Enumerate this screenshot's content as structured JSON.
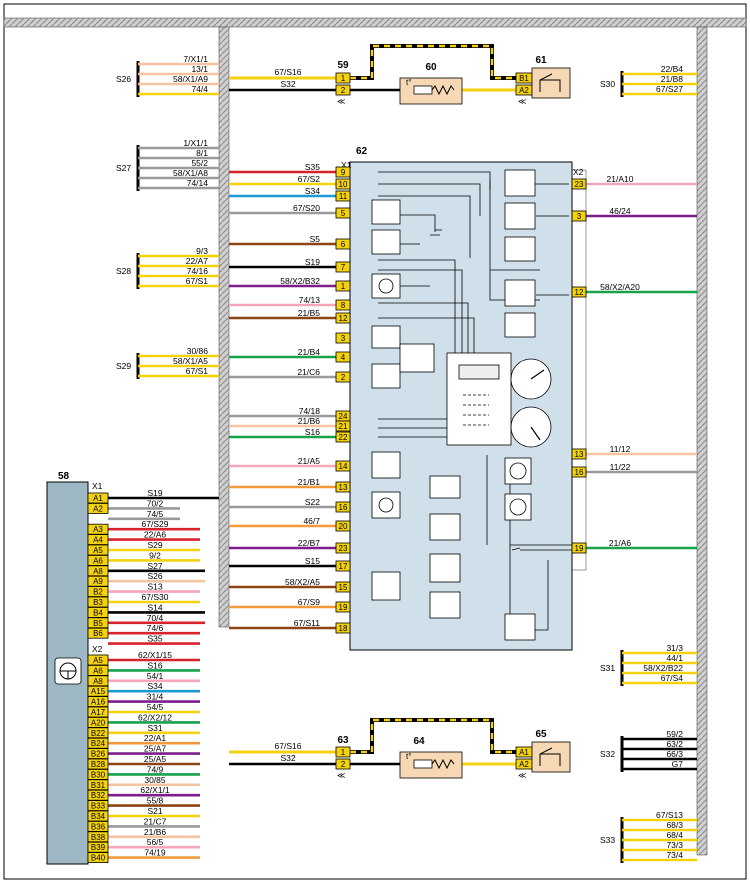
{
  "components": {
    "ecu": "58",
    "conn_top_a": "59",
    "sensor_top": "60",
    "switch_top": "61",
    "panel": "62",
    "conn_bot_a": "63",
    "sensor_bot": "64",
    "switch_bot": "65"
  },
  "connector_labels": {
    "x1": "X1",
    "x2": "X2",
    "ecu_x1": "X1",
    "ecu_x2": "X2"
  },
  "splices": {
    "s26": {
      "name": "S26",
      "wires": [
        "7/X1/1",
        "13/1",
        "58/X1/A9",
        "74/4"
      ]
    },
    "s27": {
      "name": "S27",
      "wires": [
        "1/X1/1",
        "8/1",
        "55/2",
        "58/X1/A8",
        "74/14"
      ]
    },
    "s28": {
      "name": "S28",
      "wires": [
        "9/3",
        "22/A7",
        "74/16",
        "67/S1"
      ]
    },
    "s29": {
      "name": "S29",
      "wires": [
        "30/86",
        "58/X1/A5",
        "67/S1"
      ]
    },
    "s30": {
      "name": "S30",
      "wires": [
        "22/B4",
        "21/B8",
        "67/S27"
      ]
    },
    "s31": {
      "name": "S31",
      "wires": [
        "31/3",
        "44/1",
        "58/X2/B22",
        "67/S4"
      ]
    },
    "s32": {
      "name": "S32",
      "wires": [
        "59/2",
        "63/2",
        "66/3",
        "G7"
      ]
    },
    "s33": {
      "name": "S33",
      "wires": [
        "67/S13",
        "68/3",
        "68/4",
        "73/3",
        "73/4"
      ]
    }
  },
  "top_circuit": {
    "w1": "67/S16",
    "w2": "S32",
    "pins": [
      "1",
      "2"
    ],
    "sw_pins": [
      "B1",
      "A2"
    ]
  },
  "bottom_circuit": {
    "w1": "67/S16",
    "w2": "S32",
    "pins": [
      "1",
      "2"
    ],
    "sw_pins": [
      "A1",
      "A2"
    ]
  },
  "panel_left": [
    {
      "wire": "S35",
      "pin": "9"
    },
    {
      "wire": "67/S2",
      "pin": "10"
    },
    {
      "wire": "S34",
      "pin": "11"
    },
    {
      "wire": "67/S20",
      "pin": "5"
    },
    {
      "wire": "S5",
      "pin": "6"
    },
    {
      "wire": "S19",
      "pin": "7"
    },
    {
      "wire": "58/X2/B32",
      "pin": "1"
    },
    {
      "wire": "74/13",
      "pin": "8"
    },
    {
      "wire": "21/B5",
      "pin": "12"
    },
    {
      "wire": "",
      "pin": "3"
    },
    {
      "wire": "21/B4",
      "pin": "4"
    },
    {
      "wire": "21/C6",
      "pin": "2"
    },
    {
      "wire": "74/18",
      "pin": "24"
    },
    {
      "wire": "21/B6",
      "pin": "21"
    },
    {
      "wire": "S16",
      "pin": "22"
    },
    {
      "wire": "21/A5",
      "pin": "14"
    },
    {
      "wire": "21/B1",
      "pin": "13"
    },
    {
      "wire": "S22",
      "pin": "16"
    },
    {
      "wire": "46/7",
      "pin": "20"
    },
    {
      "wire": "22/B7",
      "pin": "23"
    },
    {
      "wire": "S15",
      "pin": "17"
    },
    {
      "wire": "58/X2/A5",
      "pin": "15"
    },
    {
      "wire": "67/S9",
      "pin": "19"
    },
    {
      "wire": "67/S11",
      "pin": "18"
    }
  ],
  "panel_right": [
    {
      "pin": "23",
      "wire": "21/A10"
    },
    {
      "pin": "3",
      "wire": "46/24"
    },
    {
      "pin": "12",
      "wire": "58/X2/A20"
    },
    {
      "pin": "13",
      "wire": "11/12"
    },
    {
      "pin": "16",
      "wire": "11/22"
    },
    {
      "pin": "19",
      "wire": "21/A6"
    }
  ],
  "ecu_x1": [
    {
      "pin": "A1",
      "wire": "S19"
    },
    {
      "pin": "A2",
      "wire": "70/2"
    },
    {
      "pin": "",
      "wire": "74/5"
    },
    {
      "pin": "A3",
      "wire": "67/S29"
    },
    {
      "pin": "A4",
      "wire": "22/A6"
    },
    {
      "pin": "A5",
      "wire": "S29"
    },
    {
      "pin": "A6",
      "wire": "9/2"
    },
    {
      "pin": "A8",
      "wire": "S27"
    },
    {
      "pin": "A9",
      "wire": "S26"
    },
    {
      "pin": "B2",
      "wire": "S13"
    },
    {
      "pin": "B3",
      "wire": "67/S30"
    },
    {
      "pin": "B4",
      "wire": "S14"
    },
    {
      "pin": "B5",
      "wire": "70/4"
    },
    {
      "pin": "B6",
      "wire": "74/6"
    },
    {
      "pin": "",
      "wire": "S35"
    }
  ],
  "ecu_x2": [
    {
      "pin": "A5",
      "wire": "62/X1/15"
    },
    {
      "pin": "A6",
      "wire": "S16"
    },
    {
      "pin": "A8",
      "wire": "54/1"
    },
    {
      "pin": "A15",
      "wire": "S34"
    },
    {
      "pin": "A16",
      "wire": "31/4"
    },
    {
      "pin": "A17",
      "wire": "54/5"
    },
    {
      "pin": "A20",
      "wire": "62/X2/12"
    },
    {
      "pin": "B22",
      "wire": "S31"
    },
    {
      "pin": "B24",
      "wire": "22/A1"
    },
    {
      "pin": "B26",
      "wire": "25/A7"
    },
    {
      "pin": "B28",
      "wire": "25/A5"
    },
    {
      "pin": "B30",
      "wire": "74/9"
    },
    {
      "pin": "B31",
      "wire": "30/85"
    },
    {
      "pin": "B32",
      "wire": "62/X1/1"
    },
    {
      "pin": "B33",
      "wire": "55/8"
    },
    {
      "pin": "B34",
      "wire": "S21"
    },
    {
      "pin": "B36",
      "wire": "21/C7"
    },
    {
      "pin": "B38",
      "wire": "21/B6"
    },
    {
      "pin": "B39",
      "wire": "56/5"
    },
    {
      "pin": "B40",
      "wire": "74/19"
    }
  ],
  "colors": {
    "panel_bg": "#cfe0ea",
    "yellow": "#f4d20f",
    "red": "#d8232a",
    "blue": "#1c9ad6",
    "green": "#16a34a",
    "brown": "#8b4513",
    "pink": "#f4a7b9",
    "orange": "#f29a3a",
    "purple": "#7a1f8c",
    "grey": "#9a9a9a",
    "peach": "#f6c3a0"
  }
}
